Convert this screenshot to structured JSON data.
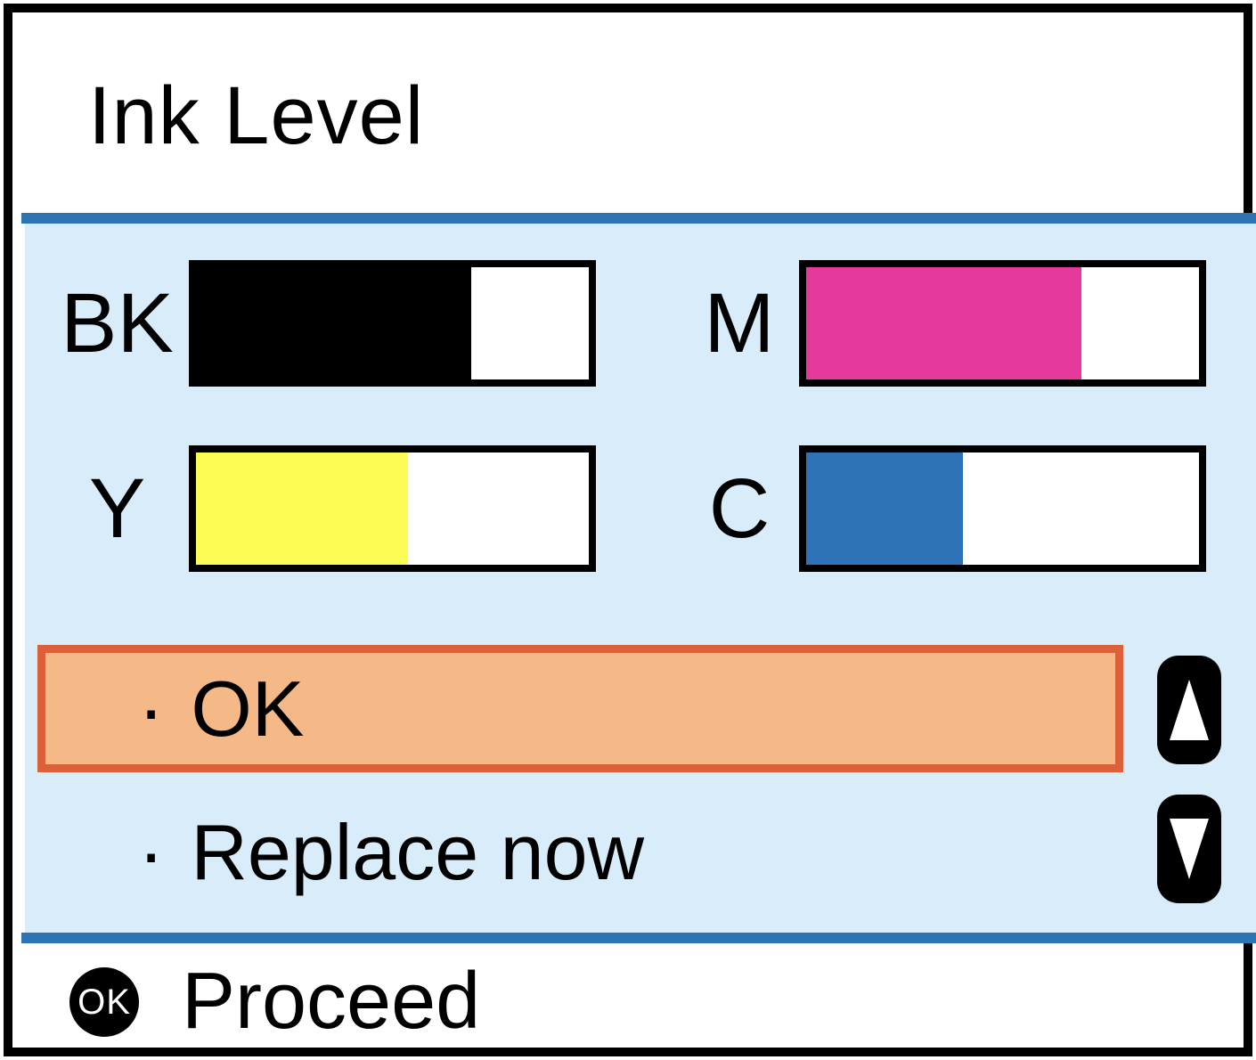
{
  "screen": {
    "title": "Ink Level",
    "footer": {
      "key_label": "OK",
      "action": "Proceed"
    }
  },
  "inks": [
    {
      "label": "BK",
      "name": "black",
      "percent": 70,
      "color": "#000000"
    },
    {
      "label": "M",
      "name": "magenta",
      "percent": 70,
      "color": "#E6399C"
    },
    {
      "label": "Y",
      "name": "yellow",
      "percent": 54,
      "color": "#FDFC55"
    },
    {
      "label": "C",
      "name": "cyan",
      "percent": 40,
      "color": "#2E73B8"
    }
  ],
  "menu": {
    "bullet": "·",
    "options": [
      {
        "label": "OK",
        "selected": true
      },
      {
        "label": "Replace now",
        "selected": false
      }
    ]
  },
  "colors": {
    "panel_background": "#D8ECFA",
    "divider_blue": "#2D74B5",
    "selection_fill": "#F5B987",
    "selection_border": "#DD6138"
  },
  "icons": {
    "up_arrow": "triangle-up",
    "down_arrow": "triangle-down",
    "ok_key": "ok-circle"
  }
}
